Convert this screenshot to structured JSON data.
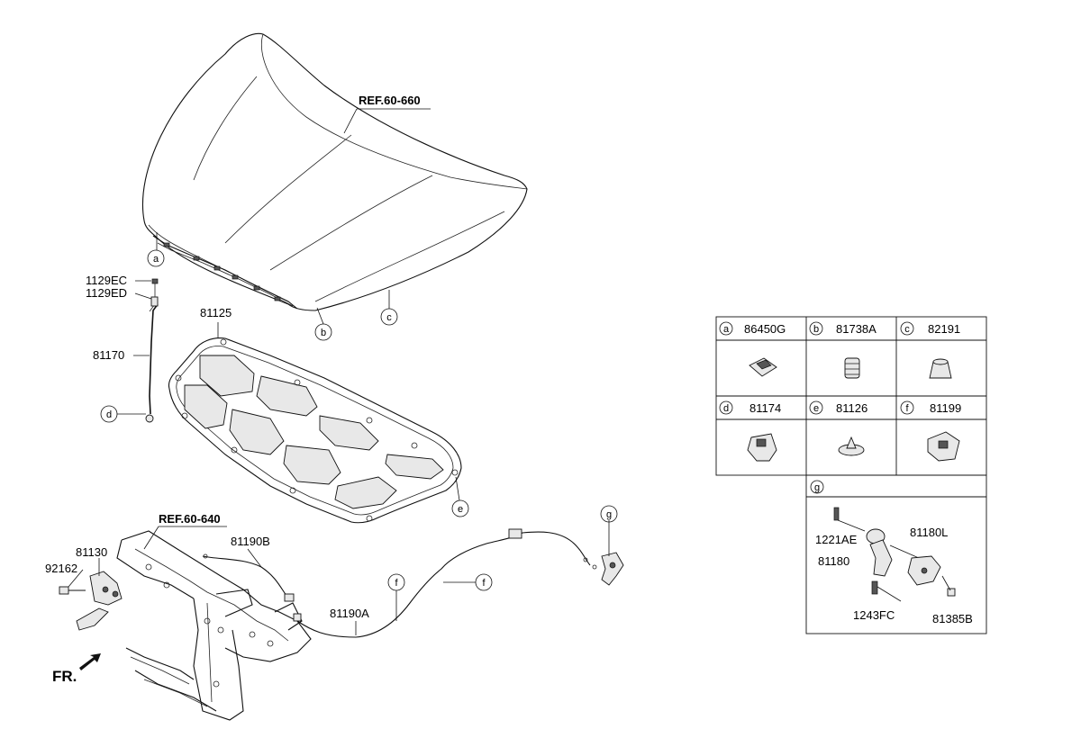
{
  "callouts": {
    "ref_hood": "REF.60-660",
    "ref_carrier": "REF.60-640",
    "p1129ec": "1129EC",
    "p1129ed": "1129ED",
    "p81170": "81170",
    "p81125": "81125",
    "p81130": "81130",
    "p92162": "92162",
    "p81190b": "81190B",
    "p81190a": "81190A",
    "fr": "FR."
  },
  "circles": {
    "a": "a",
    "b": "b",
    "c": "c",
    "d": "d",
    "e": "e",
    "f": "f",
    "g": "g"
  },
  "legend": {
    "cells": [
      {
        "letter": "a",
        "part": "86450G"
      },
      {
        "letter": "b",
        "part": "81738A"
      },
      {
        "letter": "c",
        "part": "82191"
      },
      {
        "letter": "d",
        "part": "81174"
      },
      {
        "letter": "e",
        "part": "81126"
      },
      {
        "letter": "f",
        "part": "81199"
      }
    ],
    "g": {
      "letter": "g",
      "parts": {
        "p1221ae": "1221AE",
        "p81180l": "81180L",
        "p81180": "81180",
        "p1243fc": "1243FC",
        "p81385b": "81385B"
      }
    }
  }
}
